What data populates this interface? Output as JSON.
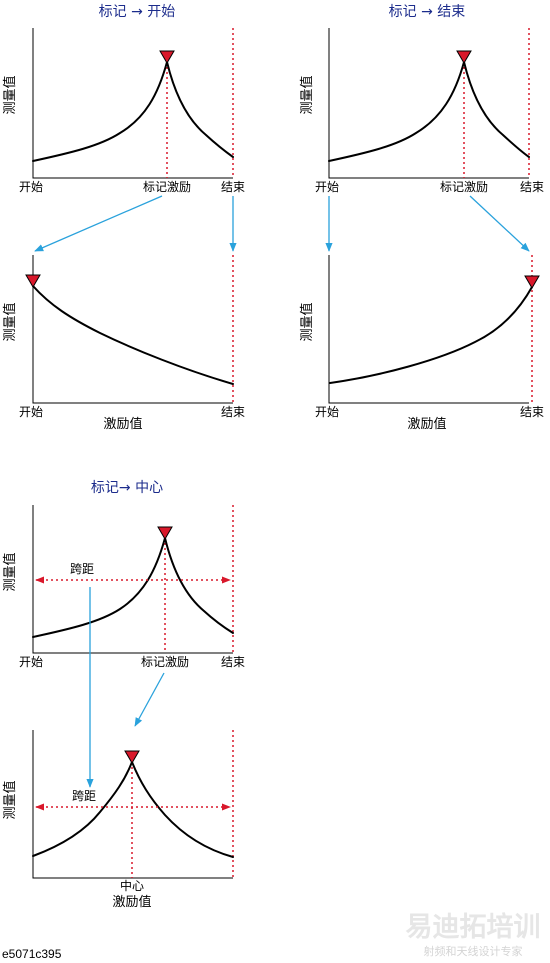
{
  "panels": {
    "start": {
      "title": "标记 → 开始"
    },
    "stop": {
      "title": "标记 → 结束"
    },
    "center": {
      "title": "标记→ 中心"
    }
  },
  "labels": {
    "measured_value": "测量值",
    "start": "开始",
    "stop": "结束",
    "marker_stimulus": "标记激励",
    "stimulus_value": "激励值",
    "span": "跨距",
    "center": "中心"
  },
  "watermark": {
    "brand": "易迪拓培训",
    "tagline": "射频和天线设计专家"
  },
  "figure_id": "e5071c395",
  "colors": {
    "marker": "#d9182b",
    "arrow": "#2aa2dc",
    "title": "#1c2c8c"
  }
}
